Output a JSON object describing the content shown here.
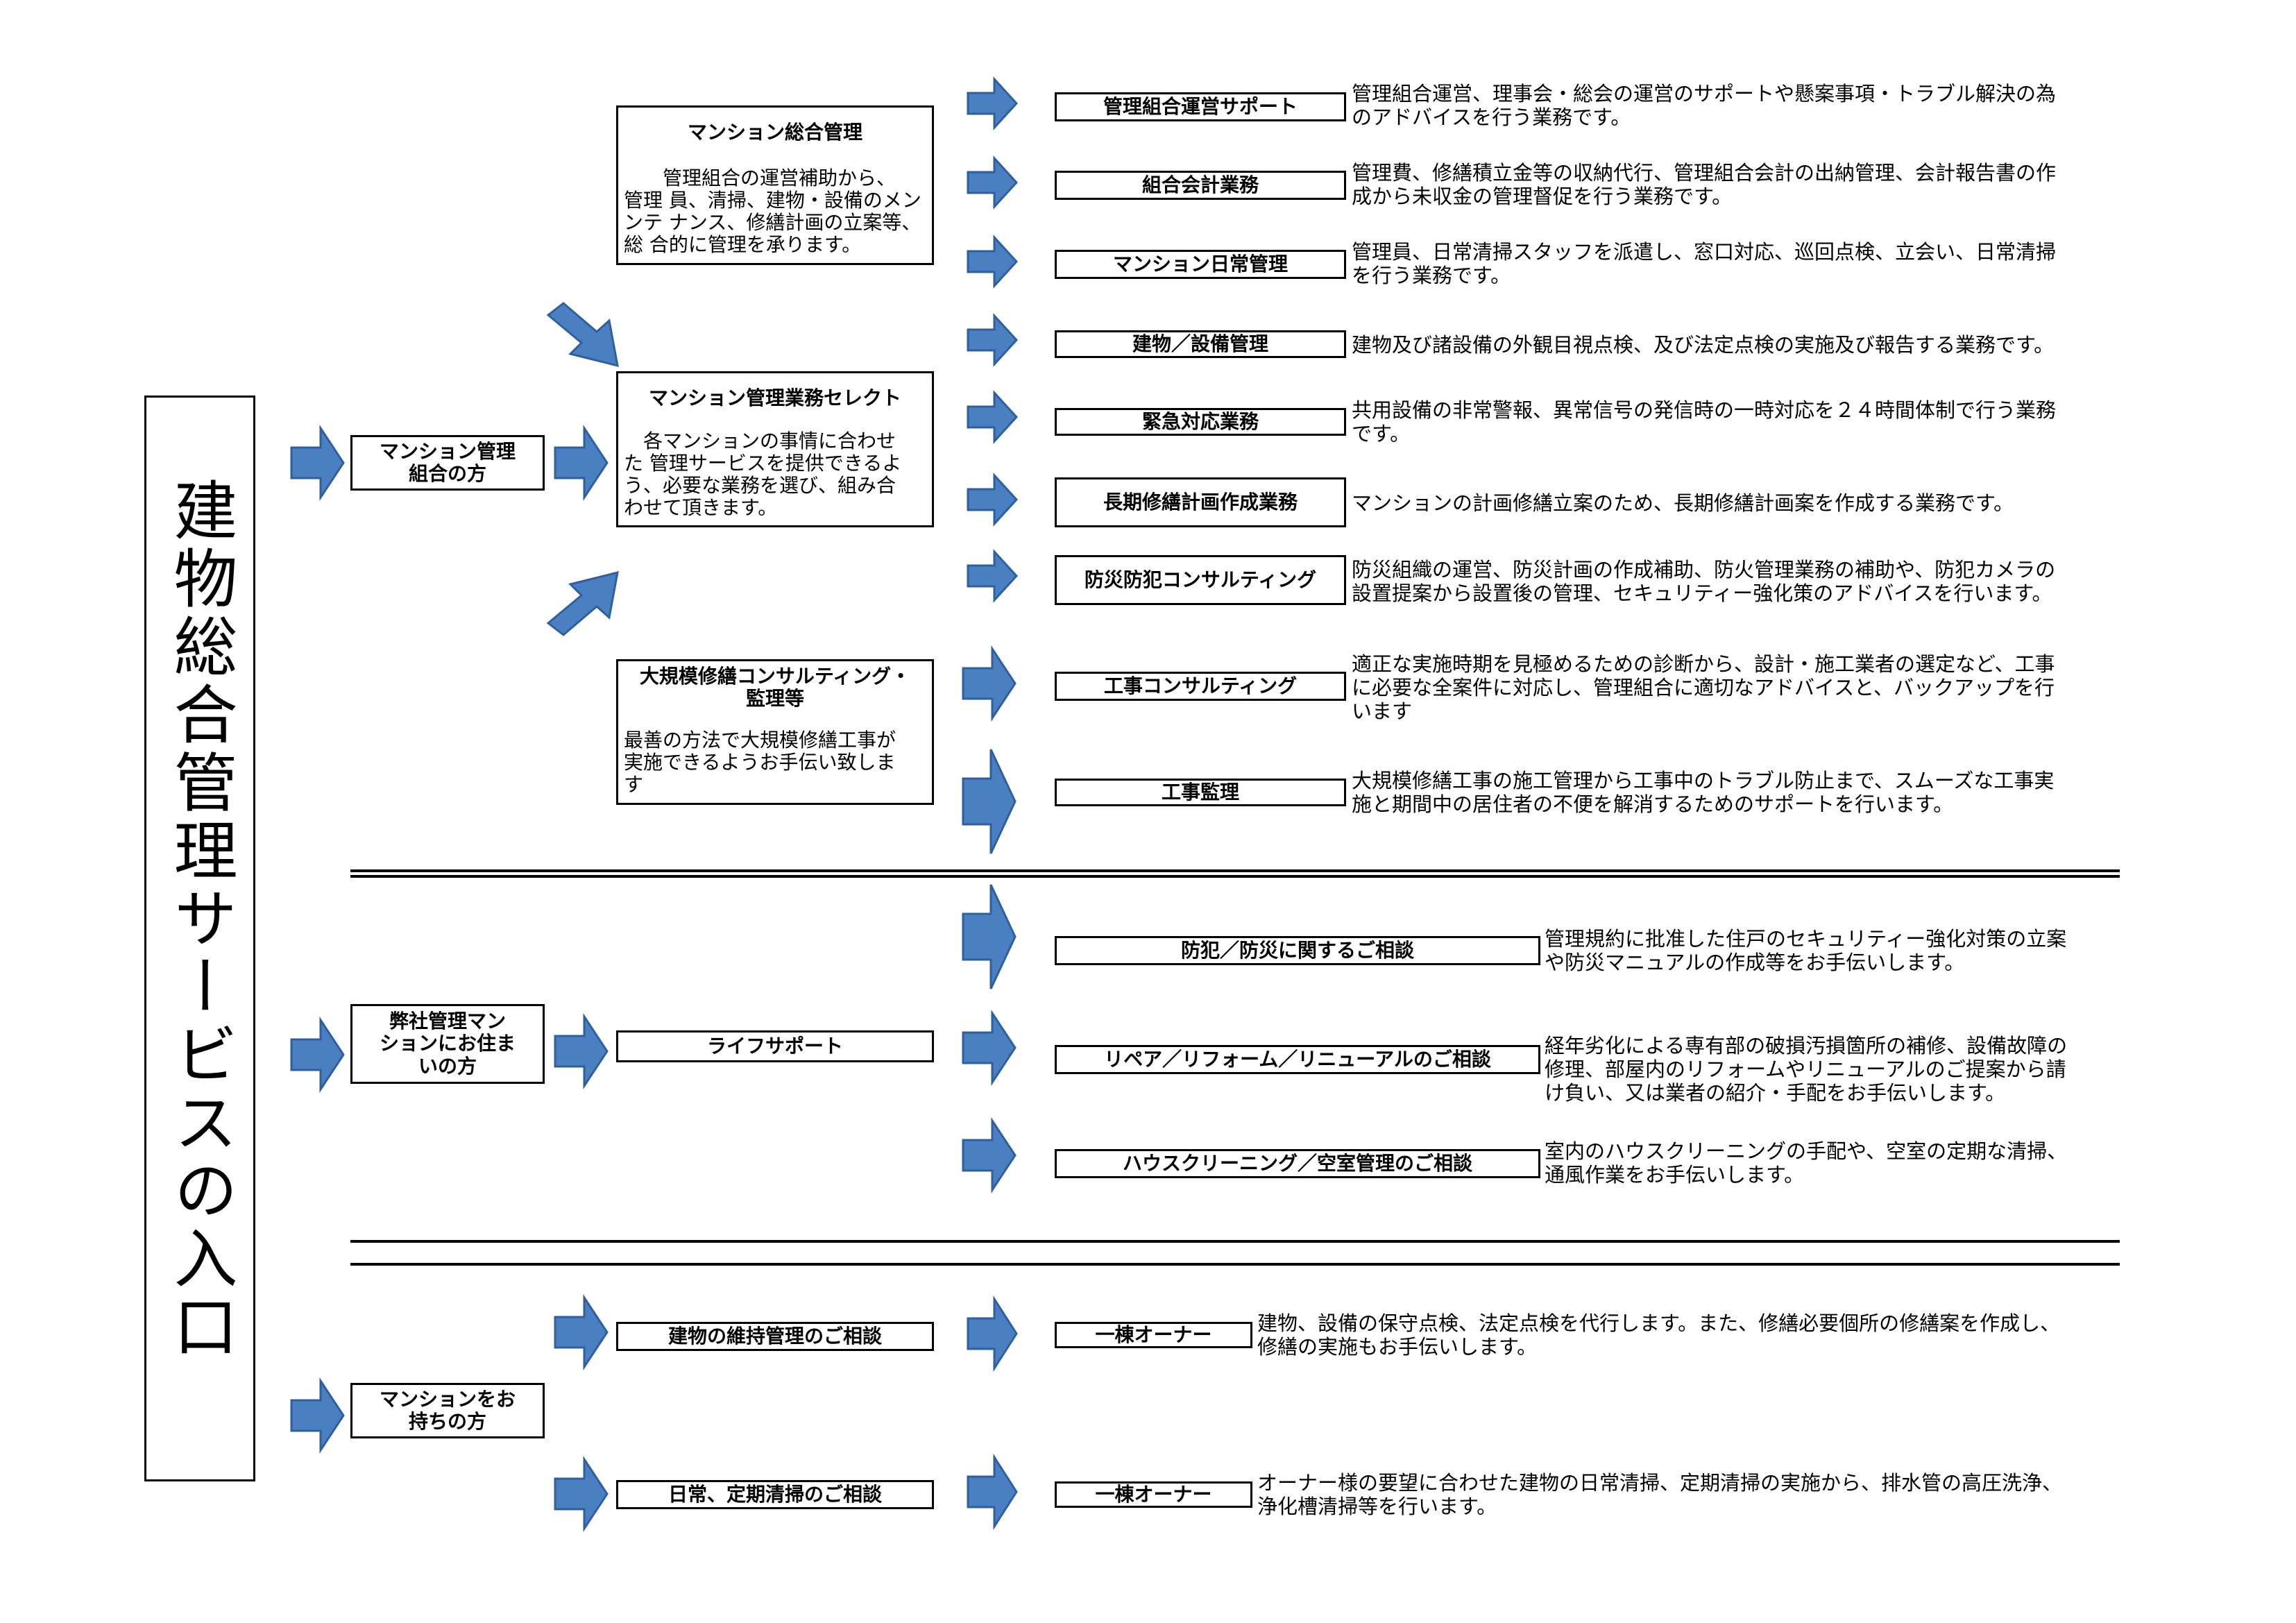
{
  "page_title": "建物総合管理サービスの入口",
  "colors": {
    "arrow": "#4a7fc1",
    "line": "#000000"
  },
  "entries": {
    "union": "マンション管理\n組合の方",
    "resident": "弊社管理マン\nションにお住ま\nいの方",
    "owner": "マンションをお\n持ちの方"
  },
  "services": {
    "sogo": {
      "title": "マンション総合管理",
      "body": "　　管理組合の運営補助から、\n管理 員、清掃、建物・設備のメン\nンテ ナンス、修繕計画の立案等、\n総 合的に管理を承ります。"
    },
    "select": {
      "title": "マンション管理業務セレクト",
      "body": "　各マンションの事情に合わせ\nた 管理サービスを提供できるよ\nう、必要な業務を選び、組み合\nわせて頂きます。"
    },
    "daikibo": {
      "title": "大規模修繕コンサルティング・\n監理等",
      "body": "最善の方法で大規模修繕工事が\n実施できるようお手伝い致しま\nす"
    },
    "life": "ライフサポート",
    "ijikanri": "建物の維持管理のご相談",
    "nichijo_seiso": "日常、定期清掃のご相談"
  },
  "items": [
    {
      "label": "管理組合運営サポート",
      "desc": "管理組合運営、理事会・総会の運営のサポートや懸案事項・トラブル解決の為\nのアドバイスを行う業務です。"
    },
    {
      "label": "組合会計業務",
      "desc": "管理費、修繕積立金等の収納代行、管理組合会計の出納管理、会計報告書の作\n成から未収金の管理督促を行う業務です。"
    },
    {
      "label": "マンション日常管理",
      "desc": "管理員、日常清掃スタッフを派遣し、窓口対応、巡回点検、立会い、日常清掃\nを行う業務です。"
    },
    {
      "label": "建物／設備管理",
      "desc": "建物及び諸設備の外観目視点検、及び法定点検の実施及び報告する業務です。"
    },
    {
      "label": "緊急対応業務",
      "desc": "共用設備の非常警報、異常信号の発信時の一時対応を２４時間体制で行う業務\nです。"
    },
    {
      "label": "長期修繕計画作成業務",
      "desc": "マンションの計画修繕立案のため、長期修繕計画案を作成する業務です。"
    },
    {
      "label": "防災防犯コンサルティング",
      "desc": "防災組織の運営、防災計画の作成補助、防火管理業務の補助や、防犯カメラの\n設置提案から設置後の管理、セキュリティー強化策のアドバイスを行います。"
    },
    {
      "label": "工事コンサルティング",
      "desc": "適正な実施時期を見極めるための診断から、設計・施工業者の選定など、工事\nに必要な全案件に対応し、管理組合に適切なアドバイスと、バックアップを行\nいます"
    },
    {
      "label": "工事監理",
      "desc": "大規模修繕工事の施工管理から工事中のトラブル防止まで、スムーズな工事実\n施と期間中の居住者の不便を解消するためのサポートを行います。"
    },
    {
      "label": "防犯／防災に関するご相談",
      "desc": "管理規約に批准した住戸のセキュリティー強化対策の立案\nや防災マニュアルの作成等をお手伝いします。"
    },
    {
      "label": "リペア／リフォーム／リニューアルのご相談",
      "desc": "経年劣化による専有部の破損汚損箇所の補修、設備故障の\n修理、部屋内のリフォームやリニューアルのご提案から請\nけ負い、又は業者の紹介・手配をお手伝いします。"
    },
    {
      "label": "ハウスクリーニング／空室管理のご相談",
      "desc": "室内のハウスクリーニングの手配や、空室の定期な清掃、\n通風作業をお手伝いします。"
    },
    {
      "label": "一棟オーナー",
      "desc": "建物、設備の保守点検、法定点検を代行します。また、修繕必要個所の修繕案を作成し、\n修繕の実施もお手伝いします。"
    },
    {
      "label": "一棟オーナー",
      "desc": "オーナー様の要望に合わせた建物の日常清掃、定期清掃の実施から、排水管の高圧洗浄、\n浄化槽清掃等を行います。"
    }
  ]
}
